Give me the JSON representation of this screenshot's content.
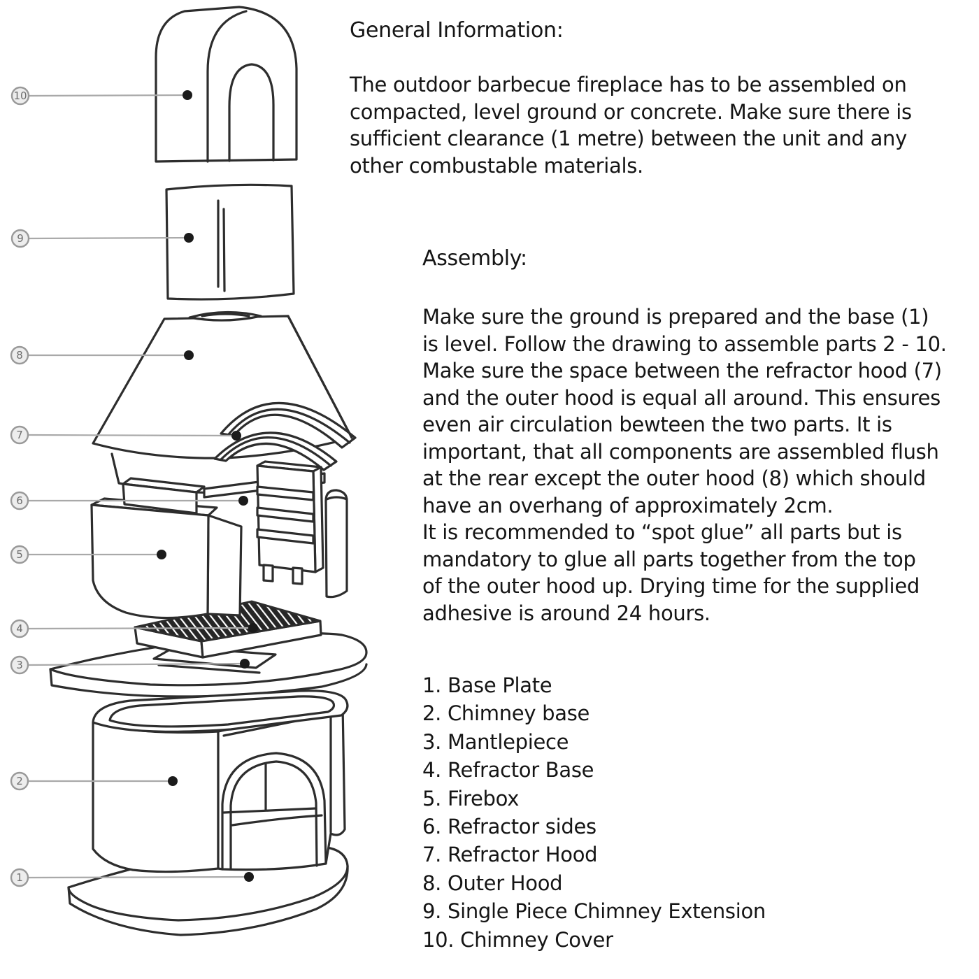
{
  "general_info": {
    "title": "General Information:",
    "lines": [
      "The outdoor barbecue fireplace has to be assembled on",
      "compacted, level ground or concrete. Make sure there is",
      "sufficient clearance (1 metre) between the unit and any",
      "other combustable materials."
    ]
  },
  "assembly": {
    "title": "Assembly:",
    "lines": [
      "Make sure the ground is prepared and the base (1)",
      "is level. Follow the drawing to assemble parts 2 - 10.",
      "Make sure the space between the refractor hood (7)",
      "and the outer hood is equal all around. This ensures",
      "even air circulation bewteen the two parts. It is",
      "important, that all components are assembled flush",
      "at the rear except the outer hood (8) which should",
      "have an overhang of approximately 2cm.",
      "It is recommended to “spot glue” all parts but is",
      "mandatory to glue all parts together from the top",
      "of the outer hood up. Drying time for the supplied",
      "adhesive is around 24 hours."
    ]
  },
  "parts_list": {
    "items": [
      "1. Base Plate",
      "2. Chimney base",
      "3. Mantlepiece",
      "4. Refractor Base",
      "5. Firebox",
      "6. Refractor sides",
      "7. Refractor Hood",
      "8. Outer Hood",
      "9. Single Piece Chimney Extension",
      "10. Chimney Cover"
    ]
  },
  "diagram": {
    "callouts": [
      {
        "label": "10"
      },
      {
        "label": "9"
      },
      {
        "label": "8"
      },
      {
        "label": "7"
      },
      {
        "label": "6"
      },
      {
        "label": "5"
      },
      {
        "label": "4"
      },
      {
        "label": "3"
      },
      {
        "label": "2"
      },
      {
        "label": "1"
      }
    ],
    "colors": {
      "drawing_line": "#2d2d2d",
      "leader_line": "#a9a9a9",
      "callout_ring": "#999999",
      "callout_text": "#6e6e6e",
      "grate_fill": "#262626"
    }
  }
}
